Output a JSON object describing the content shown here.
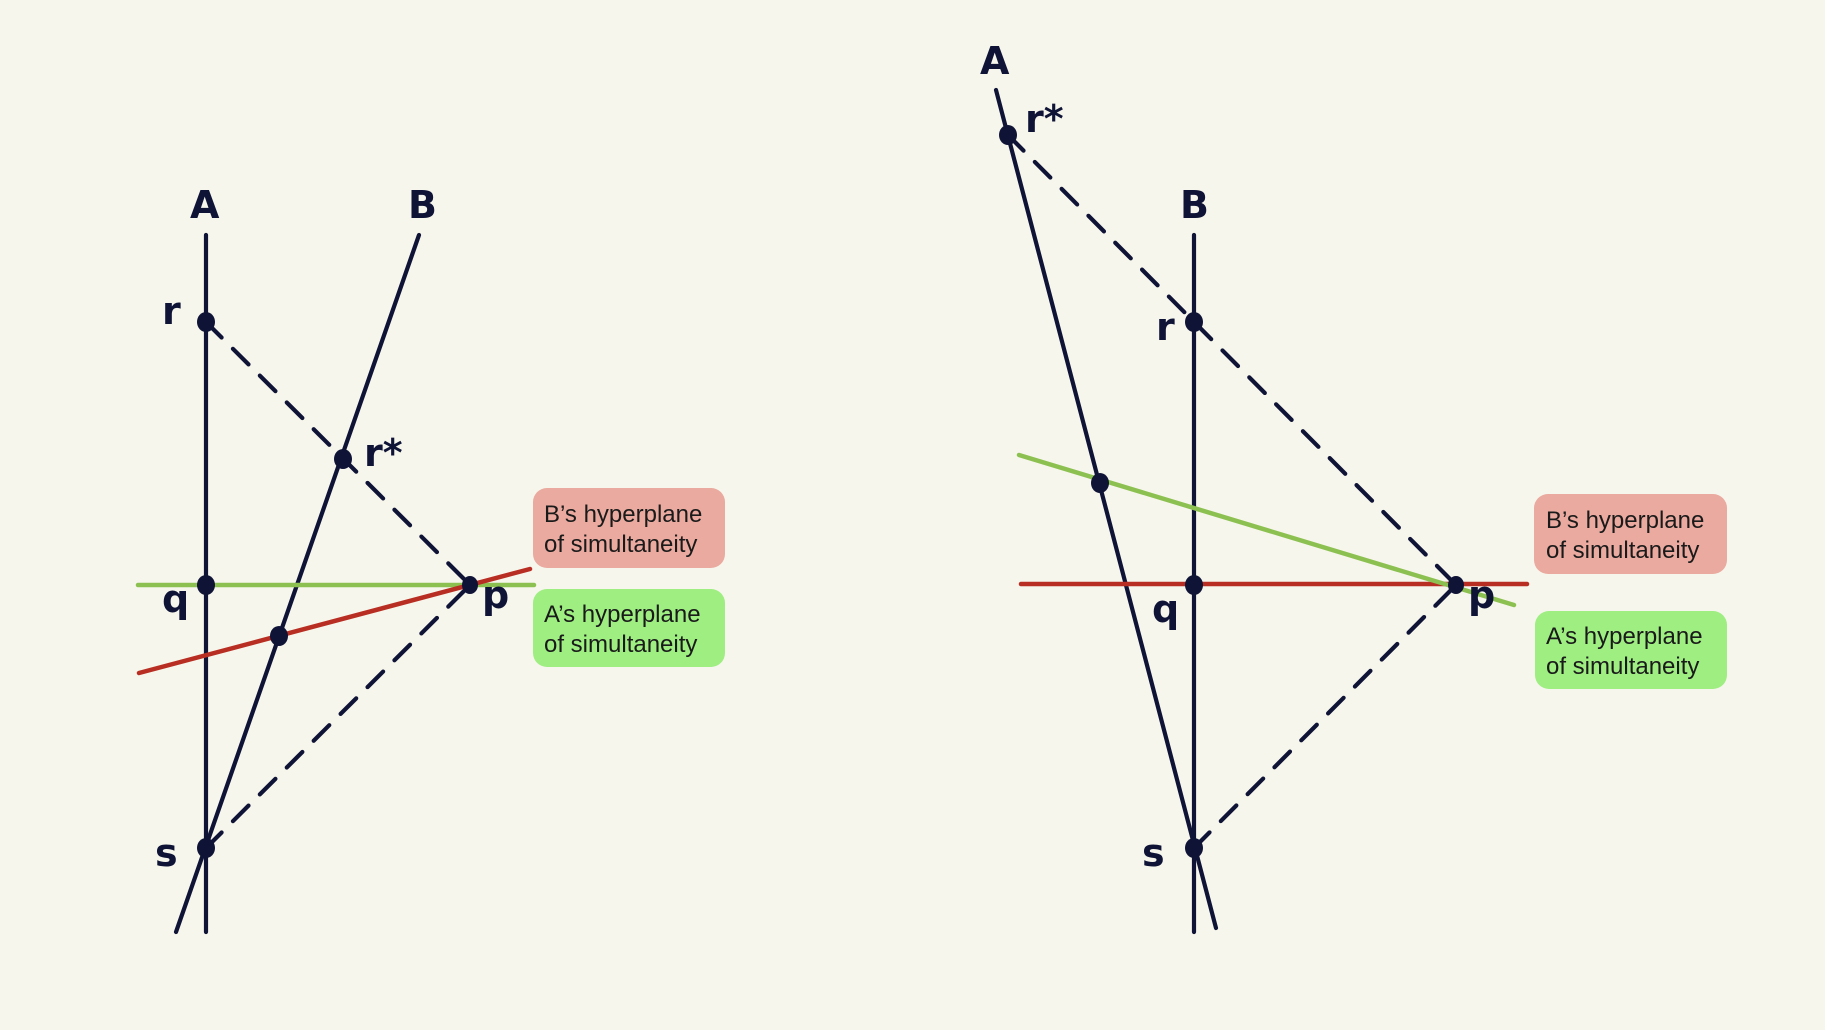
{
  "colors": {
    "background": "#f7f6ec",
    "ink": "#0f1437",
    "b_plane": "#b82e22",
    "a_plane": "#8cc152",
    "b_tag": "#eaaa9f",
    "a_tag": "#9eee82"
  },
  "left": {
    "labels": {
      "A": "A",
      "B": "B",
      "r": "r",
      "r_star": "r*",
      "q": "q",
      "p": "p",
      "s": "s"
    },
    "b_tag": {
      "line1": "B’s hyperplane",
      "line2": "of simultaneity"
    },
    "a_tag": {
      "line1": "A’s hyperplane",
      "line2": "of simultaneity"
    }
  },
  "right": {
    "labels": {
      "A": "A",
      "B": "B",
      "r": "r",
      "r_star": "r*",
      "q": "q",
      "p": "p",
      "s": "s"
    },
    "b_tag": {
      "line1": "B’s hyperplane",
      "line2": "of simultaneity"
    },
    "a_tag": {
      "line1": "A’s hyperplane",
      "line2": "of simultaneity"
    }
  }
}
